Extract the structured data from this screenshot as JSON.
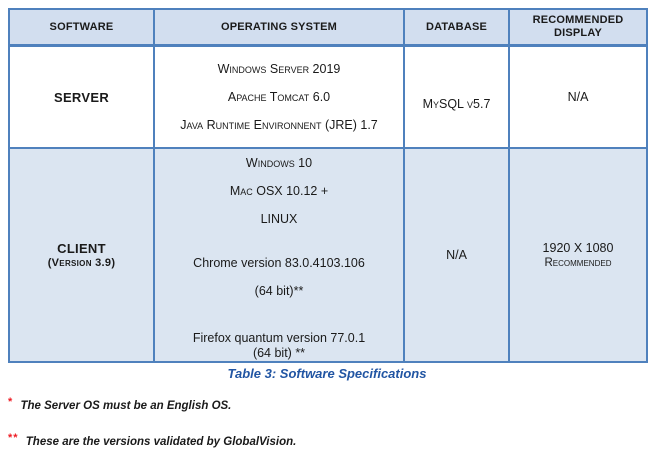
{
  "document": {
    "caption": "Table 3: Software Specifications",
    "table": {
      "headers": [
        "SOFTWARE",
        "OPERATING SYSTEM",
        "DATABASE",
        "RECOMMENDED DISPLAY"
      ],
      "server_row": {
        "software": "SERVER",
        "os_lines": [
          "Windows Server 2019",
          "Apache Tomcat 6.0",
          "Java Runtime Environnent (JRE) 1.7"
        ],
        "database": "MySQL v5.7",
        "display": "N/A"
      },
      "client_row": {
        "software": "CLIENT",
        "software_version": "(Version 3.9)",
        "os_lines_smallcaps": [
          "Windows 10",
          "Mac OSX 10.12 +",
          "LINUX"
        ],
        "browser_lines": [
          "Chrome version 83.0.4103.106",
          "(64 bit)**",
          "Firefox quantum version 77.0.1",
          "(64 bit) **"
        ],
        "database": "N/A",
        "display_resolution": "1920 X 1080",
        "display_note": "Recommended"
      }
    },
    "footnotes": [
      {
        "marker": "*",
        "text": "The Server OS must be an English OS."
      },
      {
        "marker": "**",
        "text": "These are the versions validated by GlobalVision."
      }
    ],
    "colors": {
      "table_border": "#4f81bd",
      "header_background": "#d2deef",
      "client_row_background": "#dbe5f1",
      "caption_text": "#2155a3",
      "footnote_marker": "#ee1c24",
      "body_text": "#1a1a1a"
    }
  }
}
